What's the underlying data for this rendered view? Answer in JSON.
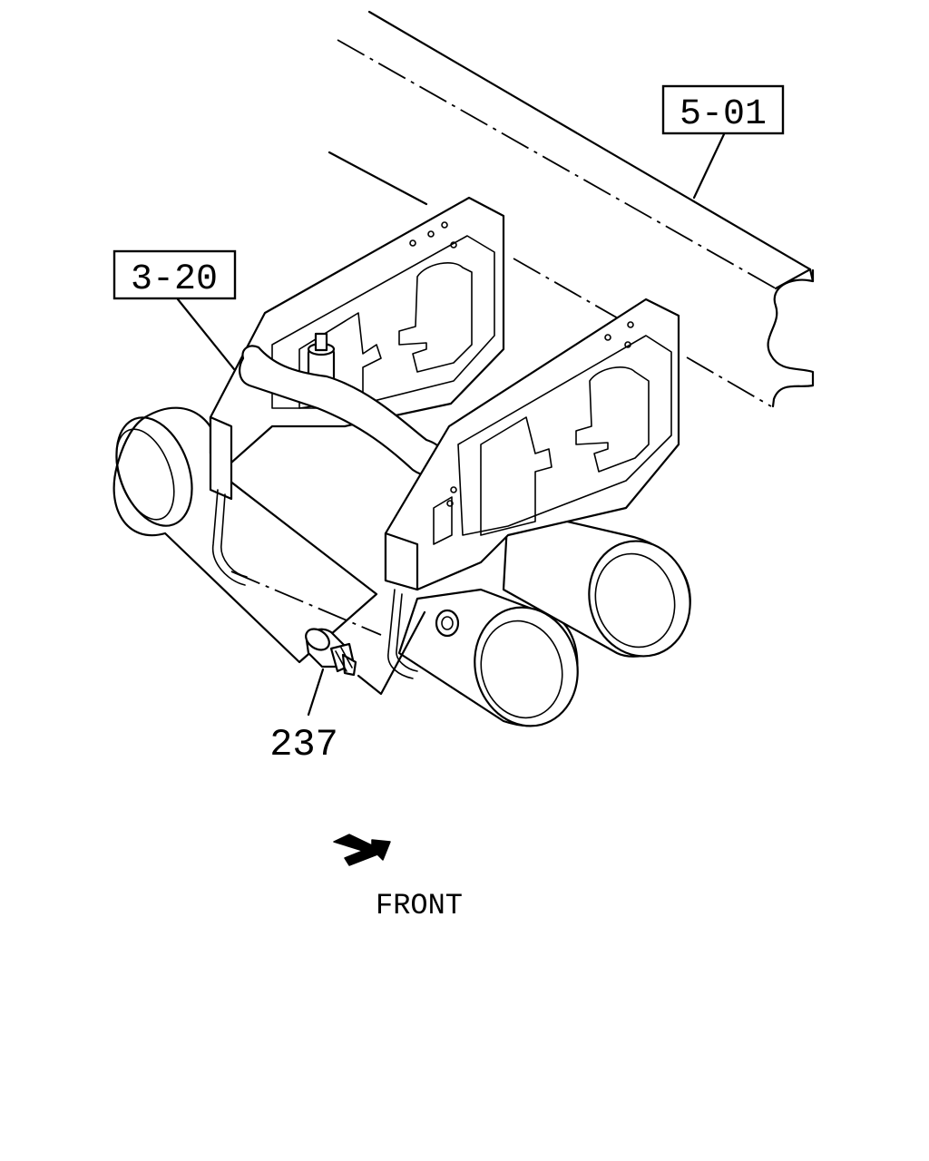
{
  "callouts": {
    "frame_ref": "5-01",
    "bracket_ref": "3-20",
    "part_number": "237"
  },
  "direction": {
    "label": "FRONT",
    "arrow_icon": "front-direction-arrow-icon"
  }
}
